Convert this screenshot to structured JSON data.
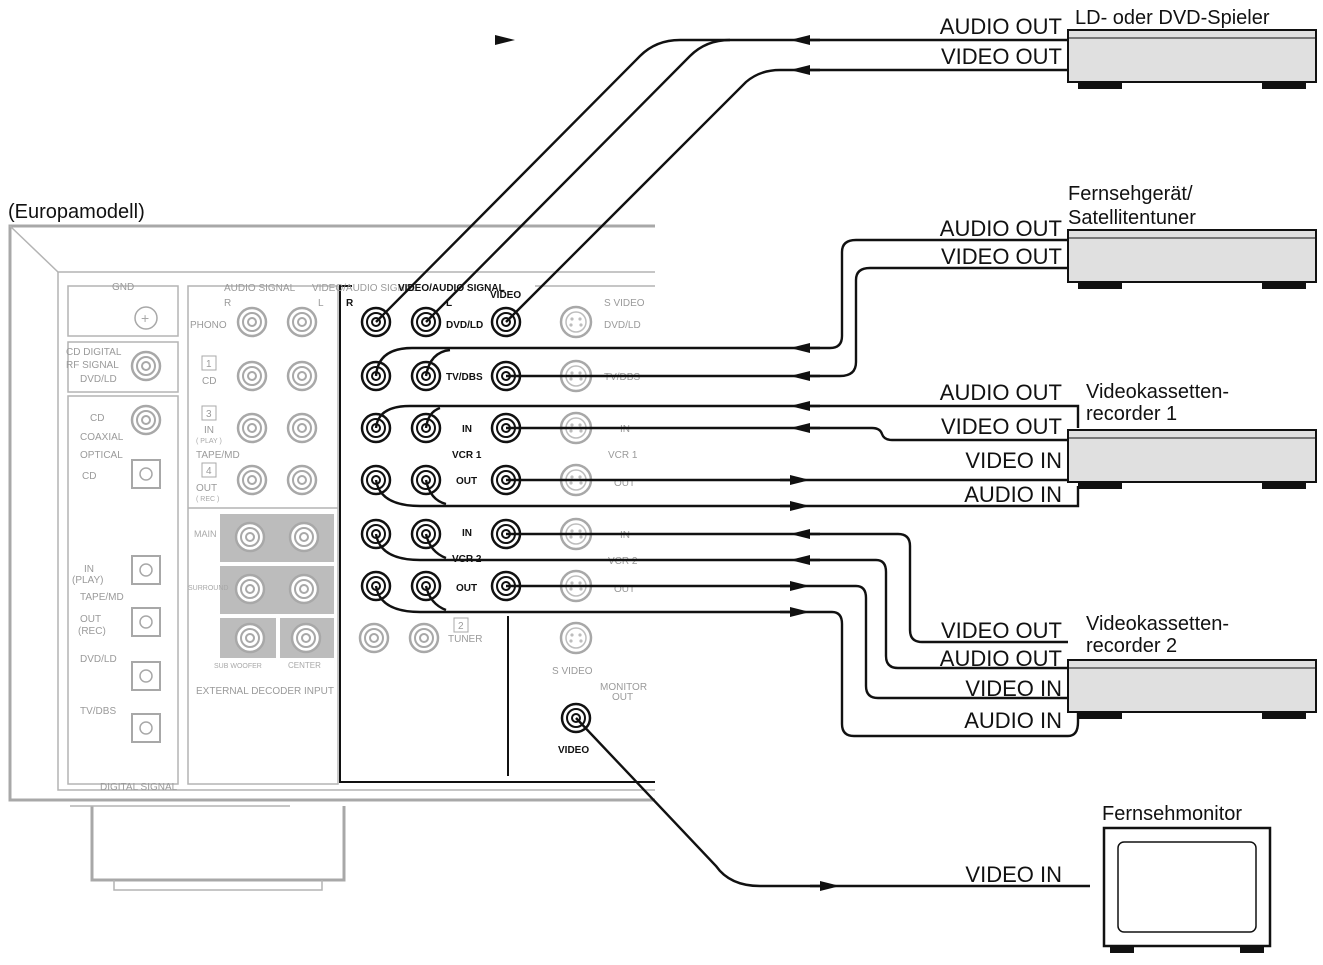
{
  "region_label": "(Europamodell)",
  "devices": {
    "ld_dvd": {
      "name": "LD- oder DVD-Spieler",
      "ports": [
        "AUDIO OUT",
        "VIDEO OUT"
      ]
    },
    "tv_sat": {
      "name_line1": "Fernsehgerät/",
      "name_line2": "Satellitentuner",
      "ports": [
        "AUDIO OUT",
        "VIDEO OUT"
      ]
    },
    "vcr1": {
      "name_line1": "Videokassetten-",
      "name_line2": "recorder 1",
      "ports": [
        "AUDIO OUT",
        "VIDEO OUT",
        "VIDEO IN",
        "AUDIO IN"
      ]
    },
    "vcr2": {
      "name_line1": "Videokassetten-",
      "name_line2": "recorder 2",
      "ports": [
        "VIDEO OUT",
        "AUDIO OUT",
        "VIDEO IN",
        "AUDIO IN"
      ]
    },
    "monitor": {
      "name": "Fernsehmonitor",
      "ports": [
        "VIDEO IN"
      ]
    }
  },
  "panel": {
    "gnd": "GND",
    "audio_signal_header": "AUDIO SIGNAL",
    "video_audio_signal_header": "VIDEO/AUDIO SIGNAL",
    "video_col": "VIDEO",
    "s_video_col": "S VIDEO",
    "r": "R",
    "l": "L",
    "phono": "PHONO",
    "cd": "CD",
    "tape_in": "IN",
    "play": "( PLAY )",
    "tape_md": "TAPE/MD",
    "tape_out": "OUT",
    "rec": "( REC )",
    "num1": "1",
    "num3": "3",
    "num4": "4",
    "num2": "2",
    "cd_digital": "CD DIGITAL",
    "rf_signal": "RF SIGNAL",
    "dvd_ld": "DVD/LD",
    "coaxial_cd": "CD",
    "coaxial": "COAXIAL",
    "optical": "OPTICAL",
    "optical_cd": "CD",
    "opt_in": "IN",
    "opt_play": "(PLAY)",
    "opt_tape_md": "TAPE/MD",
    "opt_out": "OUT",
    "opt_rec": "(REC)",
    "opt_dvd_ld": "DVD/LD",
    "opt_tv_dbs": "TV/DBS",
    "digital_signal": "DIGITAL SIGNAL",
    "main": "MAIN",
    "surround": "SURROUND",
    "sub_woofer": "SUB WOOFER",
    "center": "CENTER",
    "ext_decoder": "EXTERNAL DECODER INPUT",
    "row_dvd_ld": "DVD/LD",
    "row_tv_dbs": "TV/DBS",
    "vcr1_in": "IN",
    "vcr1": "VCR 1",
    "vcr1_out": "OUT",
    "vcr2_in": "IN",
    "vcr2": "VCR 2",
    "vcr2_out": "OUT",
    "tuner": "TUNER",
    "sv_dvd_ld": "DVD/LD",
    "sv_tv_dbs": "TV/DBS",
    "sv_in1": "IN",
    "sv_vcr1": "VCR 1",
    "sv_out1": "OUT",
    "sv_in2": "IN",
    "sv_vcr2": "VCR 2",
    "sv_out2": "OUT",
    "sv_bottom": "S VIDEO",
    "monitor_out": "MONITOR",
    "monitor_out2": "OUT",
    "monitor_video": "VIDEO"
  }
}
